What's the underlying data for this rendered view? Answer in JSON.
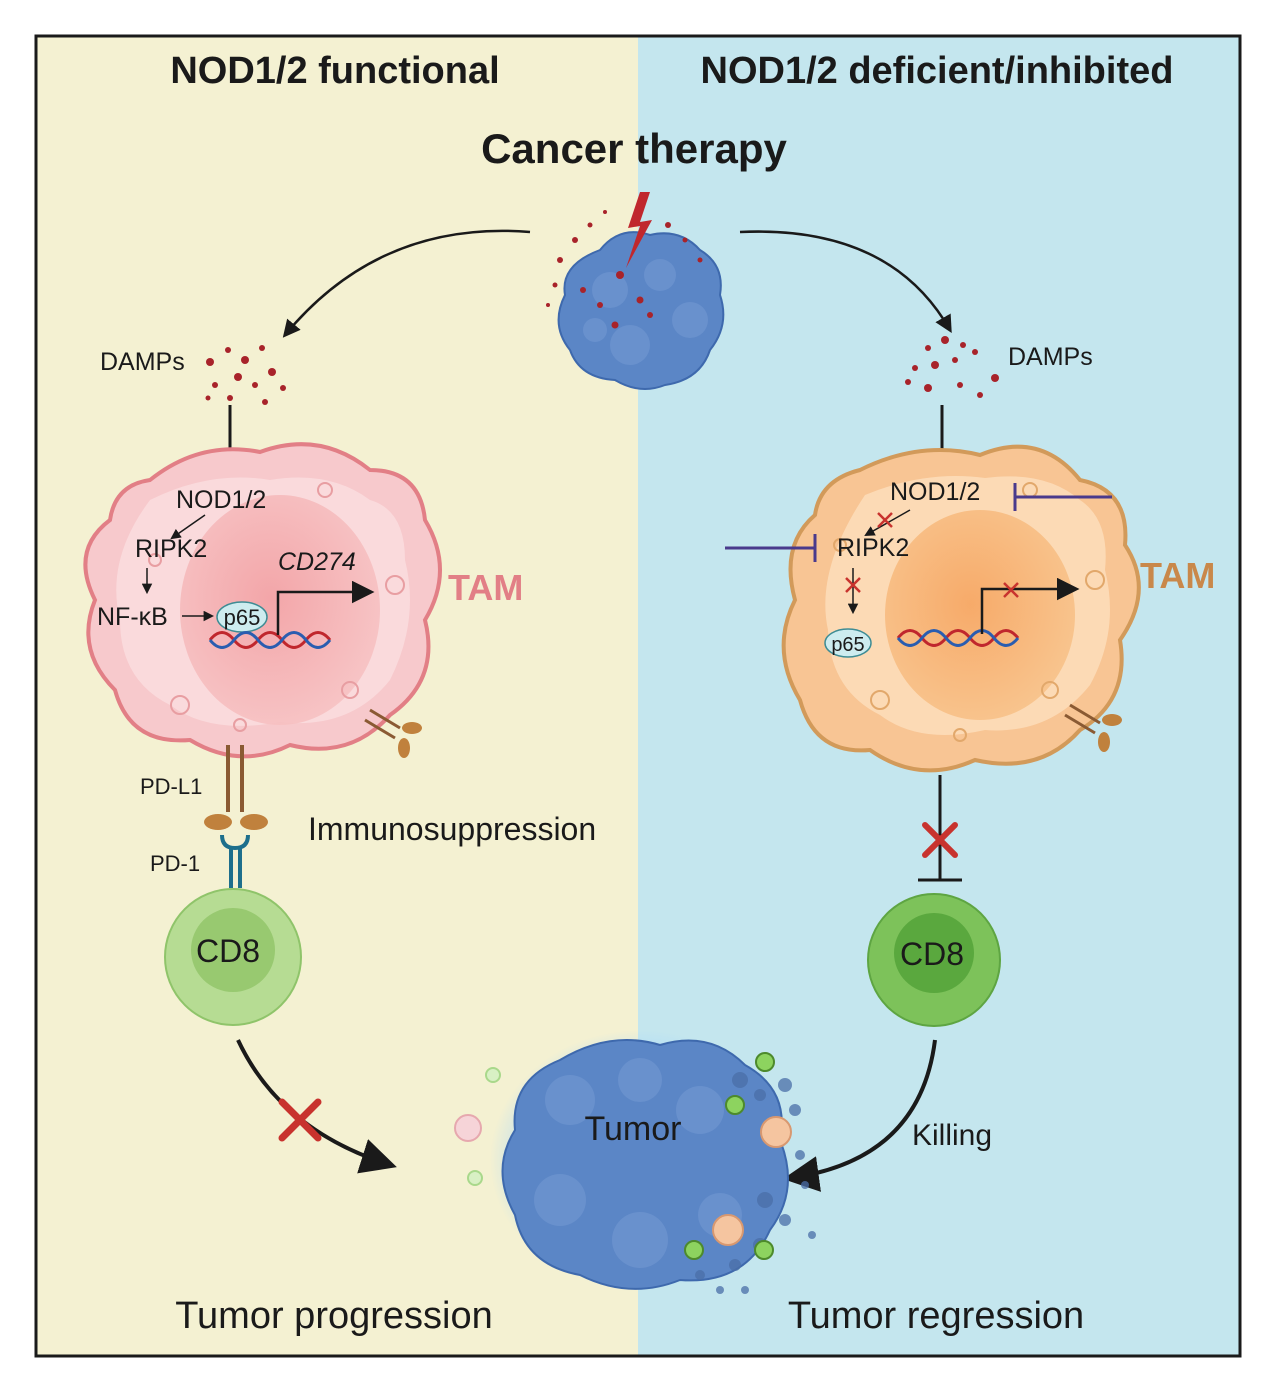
{
  "headers": {
    "left": "NOD1/2 functional",
    "right": "NOD1/2 deficient/inhibited"
  },
  "center_title": "Cancer therapy",
  "left": {
    "damps": "DAMPs",
    "nod": "NOD1/2",
    "ripk2": "RIPK2",
    "nfkb": "NF-κB",
    "p65": "p65",
    "gene": "CD274",
    "tam": "TAM",
    "pdl1": "PD-L1",
    "pd1": "PD-1",
    "immuno": "Immunosuppression",
    "cd8": "CD8",
    "outcome": "Tumor progression"
  },
  "right": {
    "damps": "DAMPs",
    "nod": "NOD1/2",
    "ripk2": "RIPK2",
    "p65": "p65",
    "tam": "TAM",
    "cd8": "CD8",
    "killing": "Killing",
    "outcome": "Tumor regression"
  },
  "tumor": "Tumor",
  "colors": {
    "left_bg": "#f4f1d2",
    "right_bg": "#c4e6ee",
    "tam_left": "#e27f86",
    "tam_right": "#d29a5a",
    "inhibit": "#4a3a8c",
    "block": "#c8332e",
    "cd8_fill": "#a5d47a",
    "tumor": "#5b86c6"
  }
}
